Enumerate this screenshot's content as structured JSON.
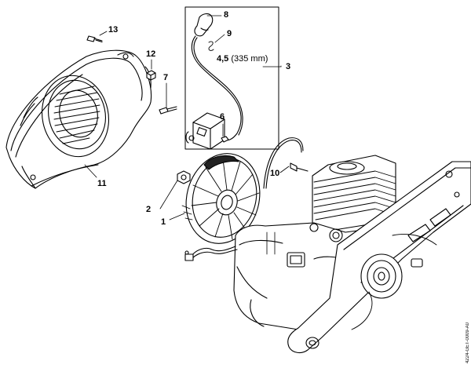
{
  "callouts": [
    {
      "id": "p13",
      "text": "13"
    },
    {
      "id": "p12",
      "text": "12"
    },
    {
      "id": "p7",
      "text": "7"
    },
    {
      "id": "p11",
      "text": "11"
    },
    {
      "id": "p8",
      "text": "8"
    },
    {
      "id": "p9",
      "text": "9"
    },
    {
      "id": "p45",
      "text": "4,5",
      "note": "(335 mm)"
    },
    {
      "id": "p3",
      "text": "3"
    },
    {
      "id": "p6",
      "text": "6"
    },
    {
      "id": "p10",
      "text": "10"
    },
    {
      "id": "p2",
      "text": "2"
    },
    {
      "id": "p1",
      "text": "1"
    }
  ],
  "document_number": "4224-GET-0009-A0"
}
